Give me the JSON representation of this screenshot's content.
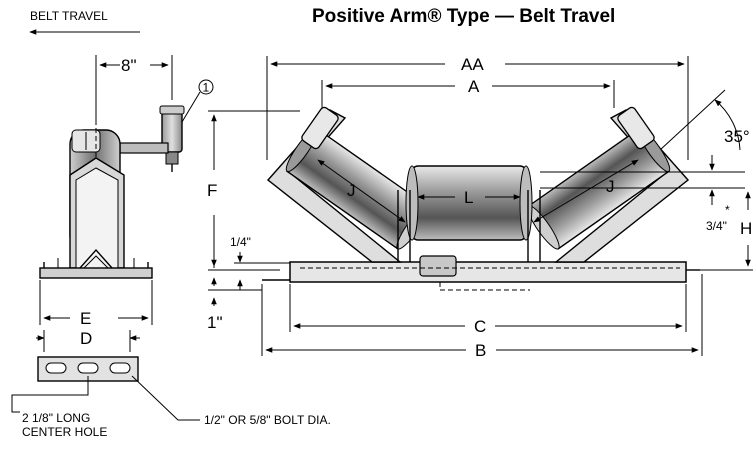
{
  "title": "Positive Arm® Type — Belt Travel",
  "belt_travel": "BELT TRAVEL",
  "dims": {
    "d8": "8\"",
    "callout1": "1",
    "AA": "AA",
    "A": "A",
    "angle": "35°",
    "F": "F",
    "J_left": "J",
    "J_right": "J",
    "L": "L",
    "quarter": "1/4\"",
    "three_quarter": "3/4\"",
    "asterisk": "*",
    "H": "H",
    "one": "1\"",
    "E": "E",
    "D": "D",
    "C": "C",
    "B": "B"
  },
  "notes": {
    "center_hole_line1": "2 1/8\" LONG",
    "center_hole_line2": "CENTER HOLE",
    "bolt_dia": "1/2\" OR 5/8\" BOLT DIA."
  }
}
